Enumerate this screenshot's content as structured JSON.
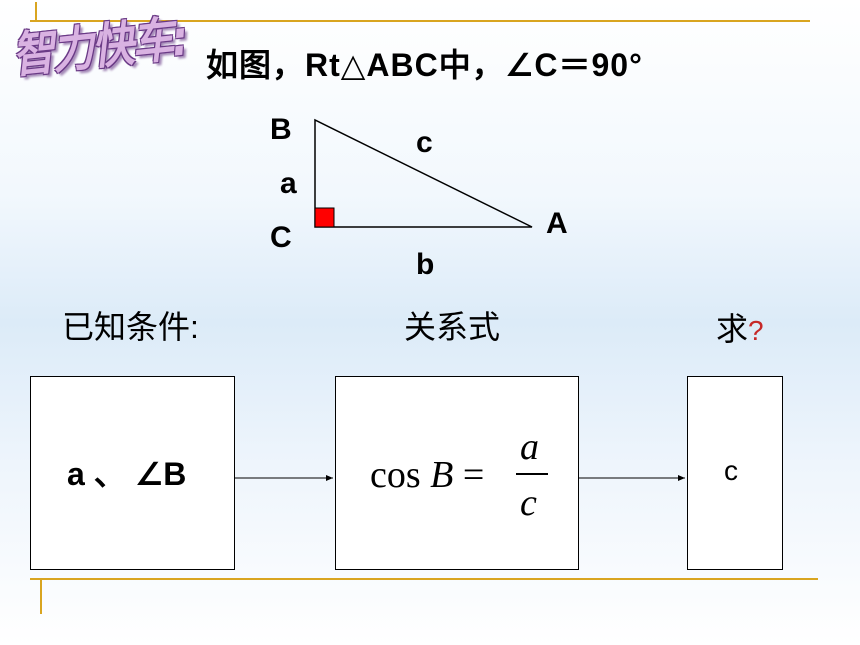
{
  "brand_title": "智力快车:",
  "headline": "如图，Rt△ABC中，∠C＝90°",
  "triangle": {
    "vertex_b": "B",
    "vertex_c": "C",
    "vertex_a": "A",
    "side_a": "a",
    "side_b": "b",
    "side_c": "c",
    "right_angle_color": "#ff0000"
  },
  "sections": {
    "known_label": "已知条件:",
    "relation_label": "关系式",
    "find_label": "求",
    "find_mark": "?"
  },
  "boxes": {
    "known_value": "a 、 ∠B",
    "formula": {
      "fn": "cos",
      "var": "B",
      "eq": "=",
      "numerator": "a",
      "denominator": "c"
    },
    "result_value": "c"
  },
  "colors": {
    "accent_rule": "#d9a520",
    "question_mark": "#c62828",
    "brand_fill": "#d9b2e2",
    "brand_outline": "#6a3a86"
  }
}
